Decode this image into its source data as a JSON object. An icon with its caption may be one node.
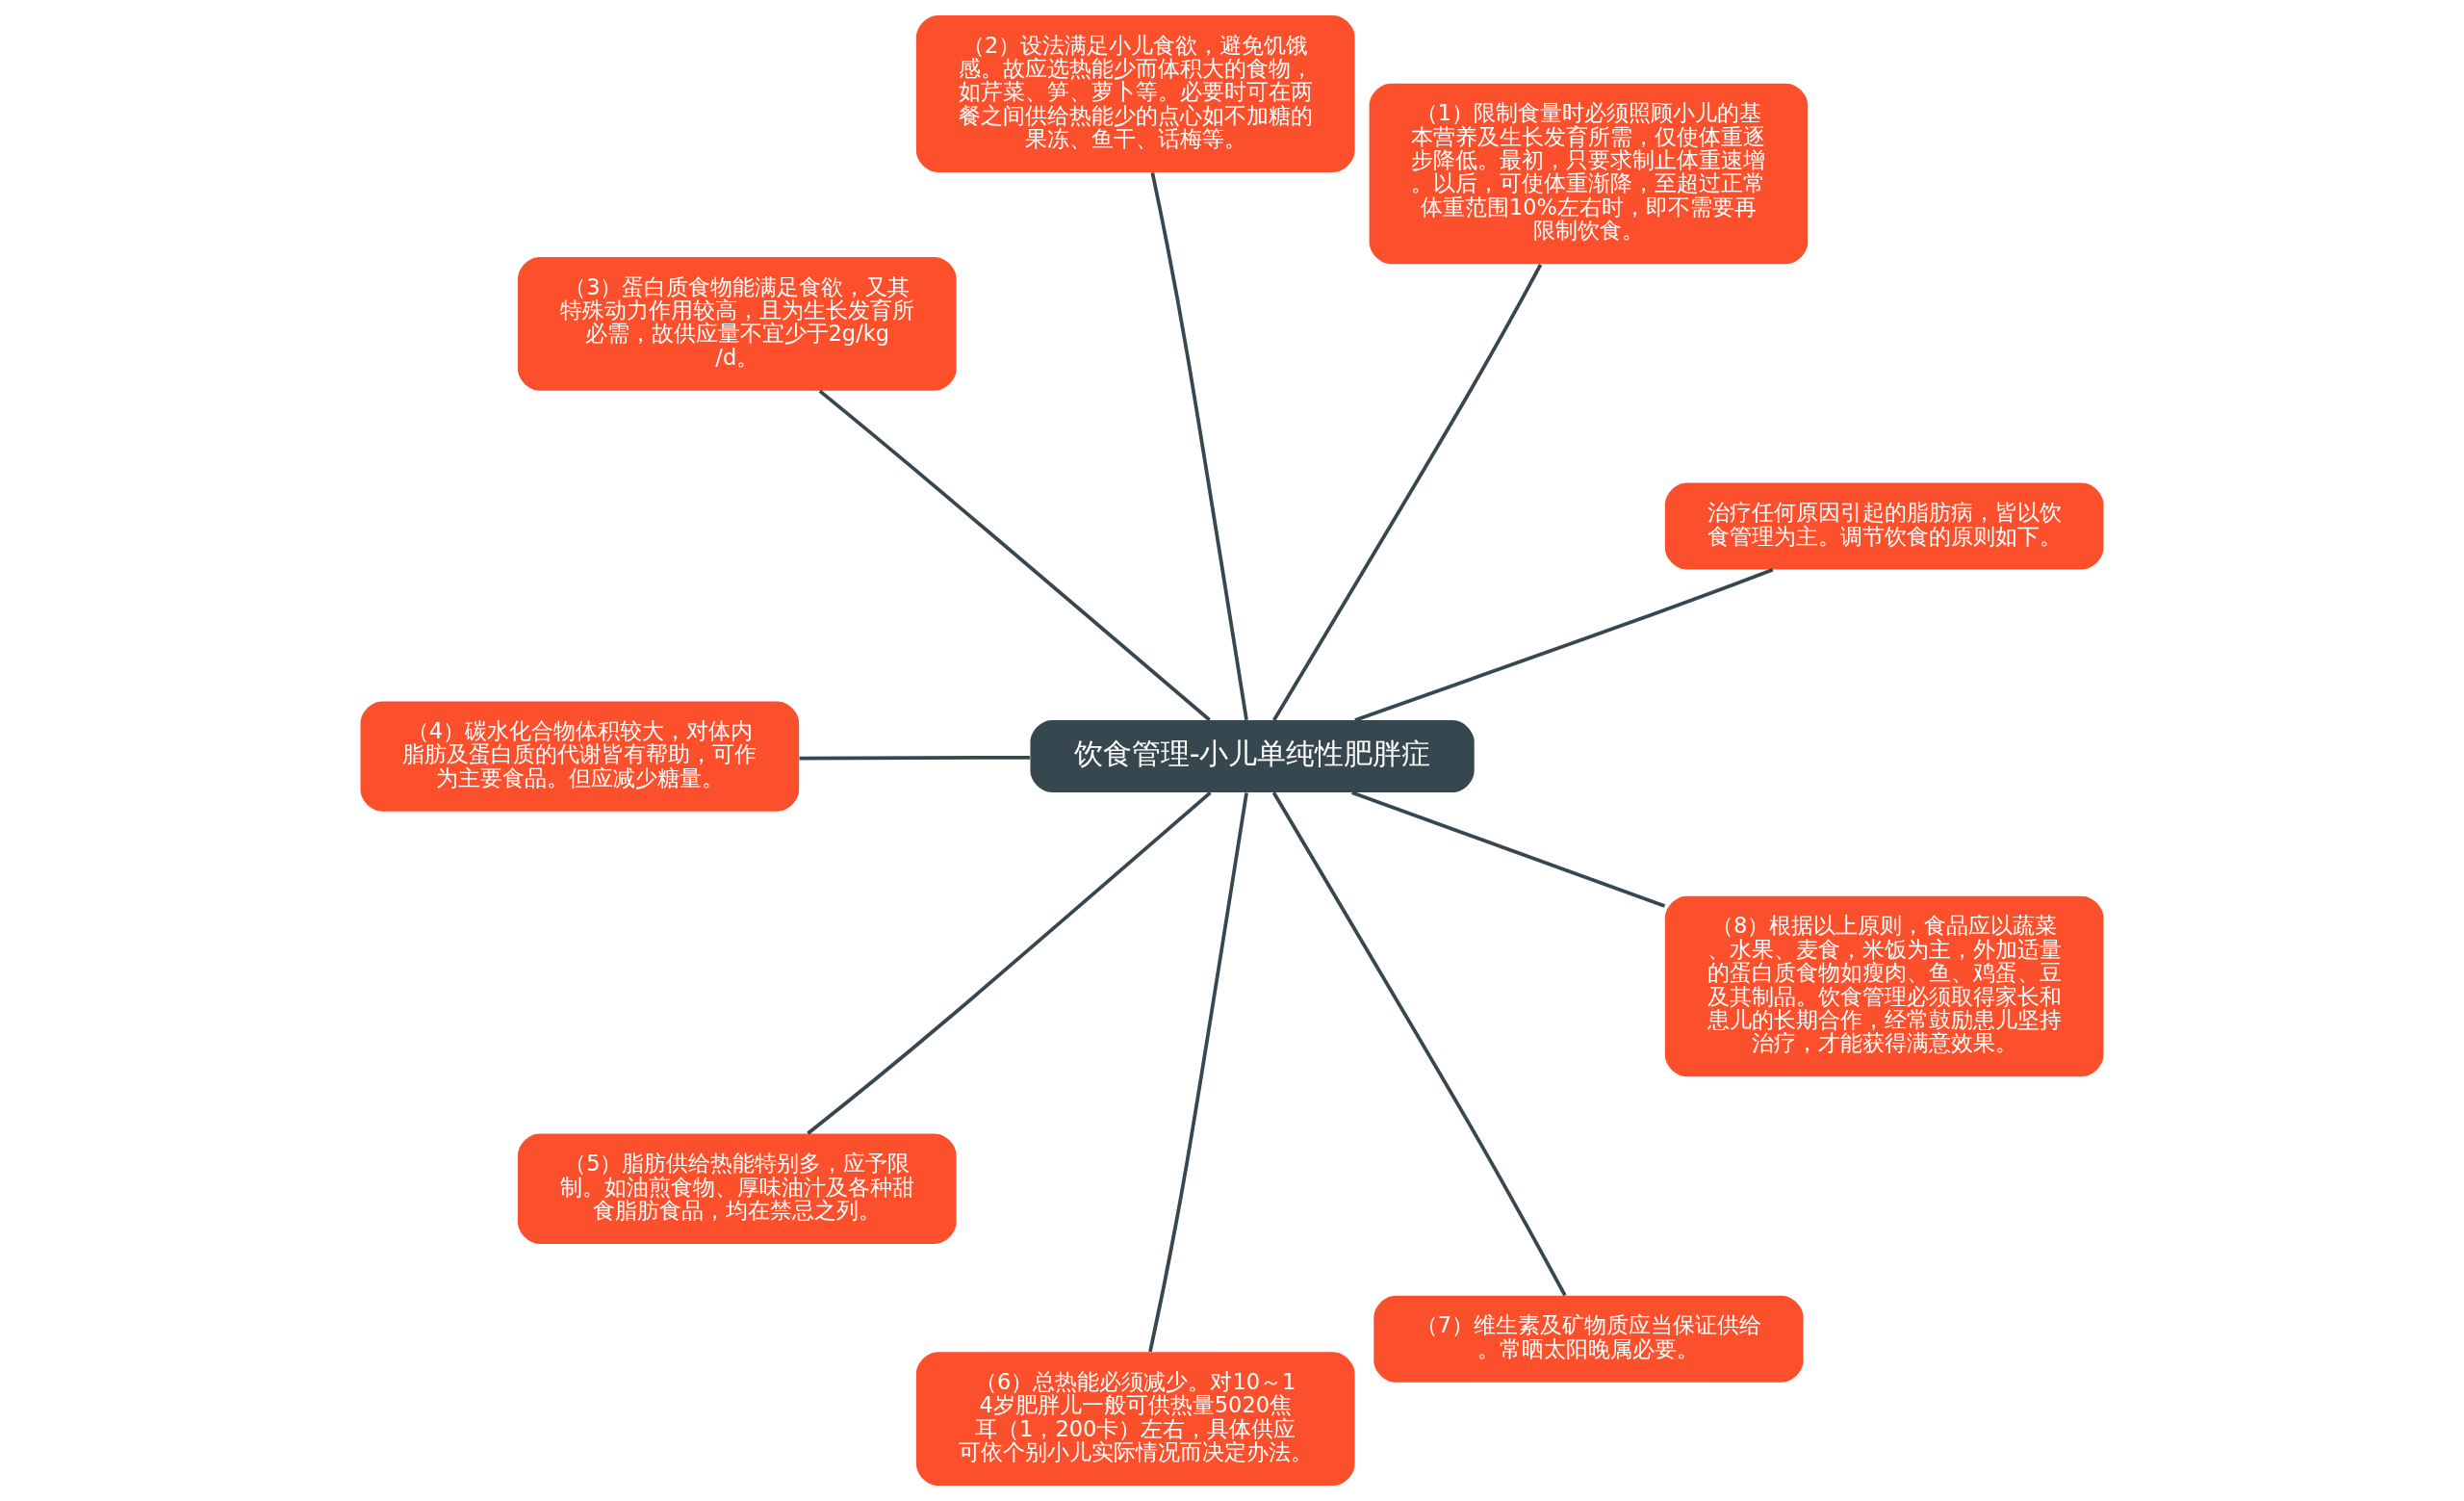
{
  "diagram": {
    "nodes": [
      {
        "text": [
          "饮食管理-小儿单纯性肥胖症"
        ]
      },
      {
        "text": [
          "治疗任何原因引起的脂肪病，皆以饮食管理为主。调节饮食的原则如下。"
        ]
      },
      {
        "text": [
          "（1）限制食量时必须照顾小儿的基本营养及生长发育所需，仅使体重逐步降低。最初，只要求制止体重速增。以后，可使体重渐降，至超过正常体重范围10%左右时，即不需要再限制饮食。"
        ]
      },
      {
        "text": [
          "（2）设法满足小儿食欲，避免饥饿感。故应选热能少而体积大的食物，如芹菜、笋、萝卜等。必要时可在两餐之间供给热能少的点心如不加糖的果冻、鱼干、话梅等。"
        ]
      },
      {
        "text": [
          "（3）蛋白质食物能满足食欲，又其特殊动力作用较高，且为生长发育所必需，故供应量不宜少于2g/kg/d。"
        ]
      },
      {
        "text": [
          "（4）碳水化合物体积较大，对体内脂肪及蛋白质的代谢皆有帮助，可作为主要食品。但应减少糖量。"
        ]
      },
      {
        "text": [
          "（5）脂肪供给热能特别多，应予限制。如油煎食物、厚味油汁及各种甜食脂肪食品，均在禁忌之列。"
        ]
      },
      {
        "text": [
          "（6）总热能必须减少。对10～14岁肥胖儿一般可供热量5020焦耳（1，200卡）左右，具体供应可依个别小儿实际情况而决定办法。"
        ]
      },
      {
        "text": [
          "（7）维生素及矿物质应当保证供给。常晒太阳晚属必要。"
        ]
      },
      {
        "text": [
          "（8）根据以上原则，食品应以蔬菜、水果、麦食，米饭为主，外加适量的蛋白质食物如瘦肉、鱼、鸡蛋、豆及其制品。饮食管理必须取得家长和患儿的长期合作，经常鼓励患儿坚持治疗，才能获得满意效果。"
        ]
      }
    ],
    "edges": [
      {
        "from": 0,
        "to": 1,
        "arrow": "none"
      },
      {
        "from": 0,
        "to": 2,
        "arrow": "none"
      },
      {
        "from": 0,
        "to": 3,
        "arrow": "none"
      },
      {
        "from": 0,
        "to": 4,
        "arrow": "none"
      },
      {
        "from": 0,
        "to": 5,
        "arrow": "none"
      },
      {
        "from": 0,
        "to": 6,
        "arrow": "none"
      },
      {
        "from": 0,
        "to": 7,
        "arrow": "none"
      },
      {
        "from": 0,
        "to": 8,
        "arrow": "none"
      },
      {
        "from": 0,
        "to": 9,
        "arrow": "none"
      }
    ]
  }
}
